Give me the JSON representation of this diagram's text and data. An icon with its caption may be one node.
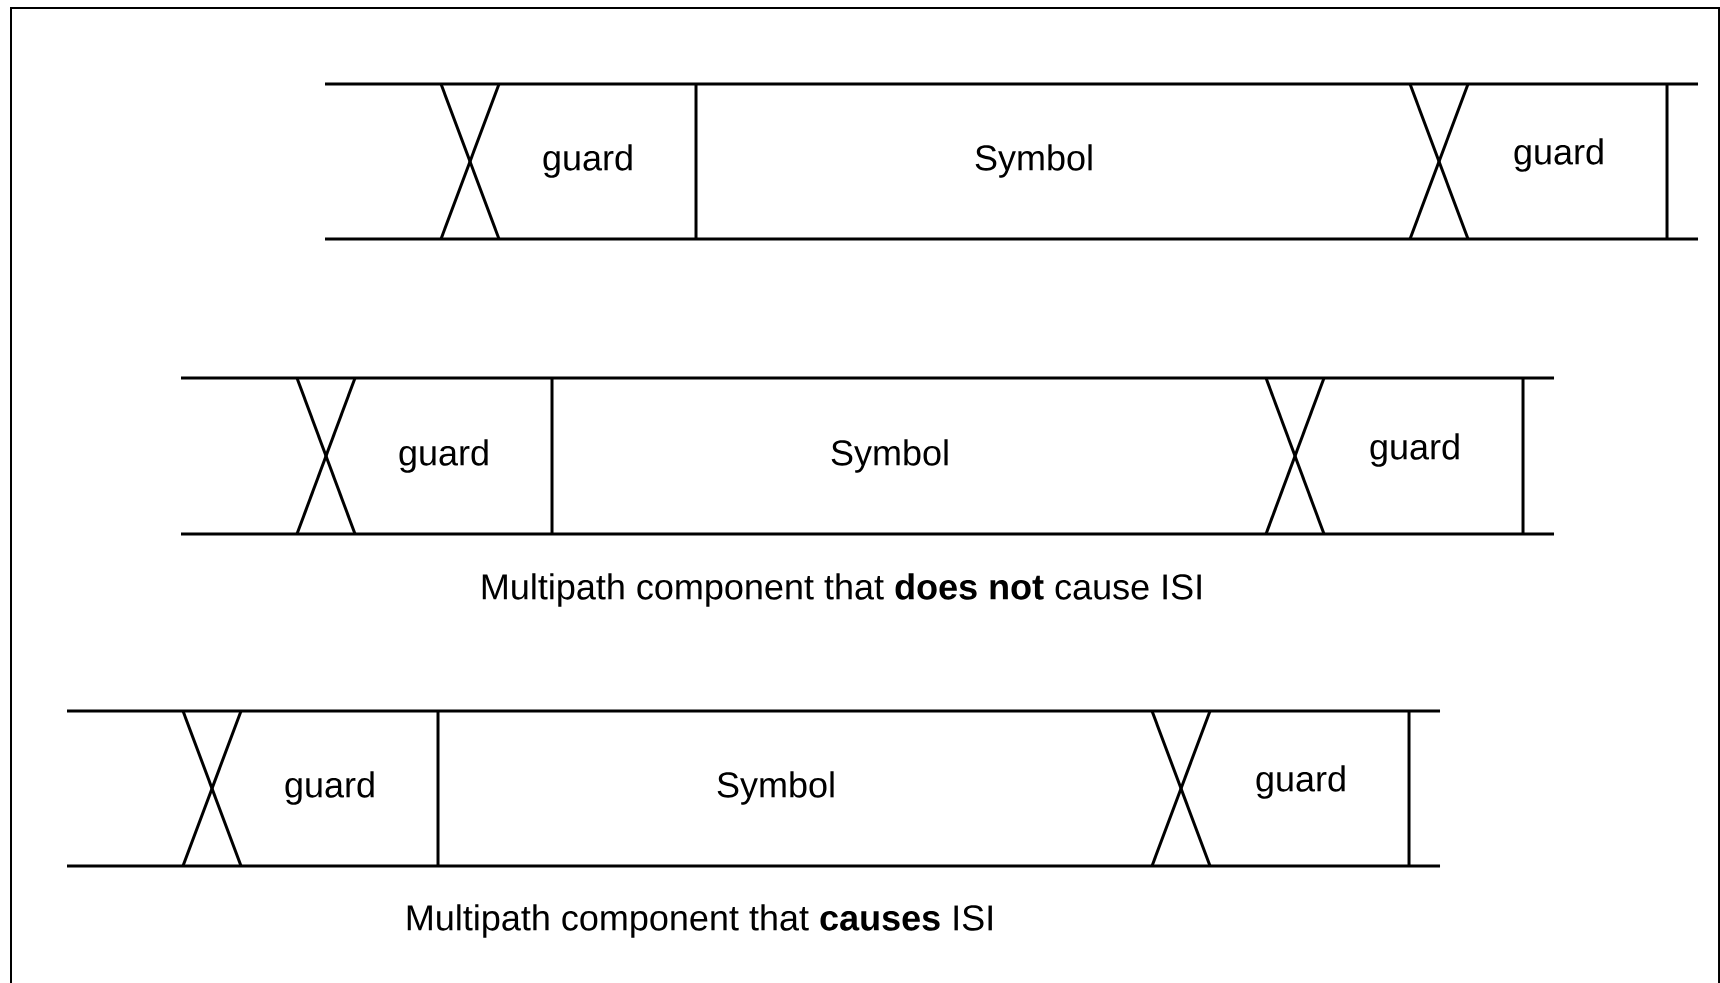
{
  "diagram": {
    "nodes": [
      {
        "text": [
          "guard"
        ]
      },
      {
        "text": [
          "Symbol"
        ]
      },
      {
        "text": [
          "guard"
        ]
      },
      {
        "text": [
          "guard"
        ]
      },
      {
        "text": [
          "Symbol"
        ]
      },
      {
        "text": [
          "guard"
        ]
      },
      {
        "text": [
          "guard"
        ]
      },
      {
        "text": [
          "Symbol"
        ]
      },
      {
        "text": [
          "guard"
        ]
      }
    ],
    "labels": [
      "Multipath component that **does not** cause ISI",
      "Multipath component that **causes** ISI"
    ]
  }
}
